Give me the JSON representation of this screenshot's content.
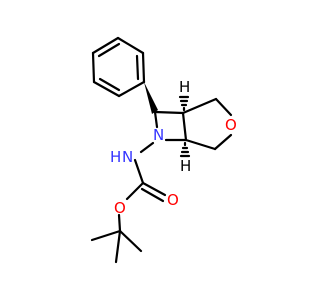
{
  "molecule": {
    "colors": {
      "bond": "#000000",
      "nitrogen": "#3333ff",
      "oxygen": "#ff0000",
      "carbon": "#000000"
    },
    "atoms": {
      "amine_n": {
        "symbol": "N",
        "color_key": "nitrogen"
      },
      "ring_n": {
        "symbol": "N",
        "color_key": "nitrogen"
      },
      "ring_o": {
        "symbol": "O",
        "color_key": "oxygen"
      },
      "ester_o": {
        "symbol": "O",
        "color_key": "oxygen"
      },
      "carbonyl_o": {
        "symbol": "O",
        "color_key": "oxygen"
      }
    },
    "stereo_h": {
      "top": {
        "symbol": "H"
      },
      "bottom": {
        "symbol": "H"
      }
    }
  }
}
